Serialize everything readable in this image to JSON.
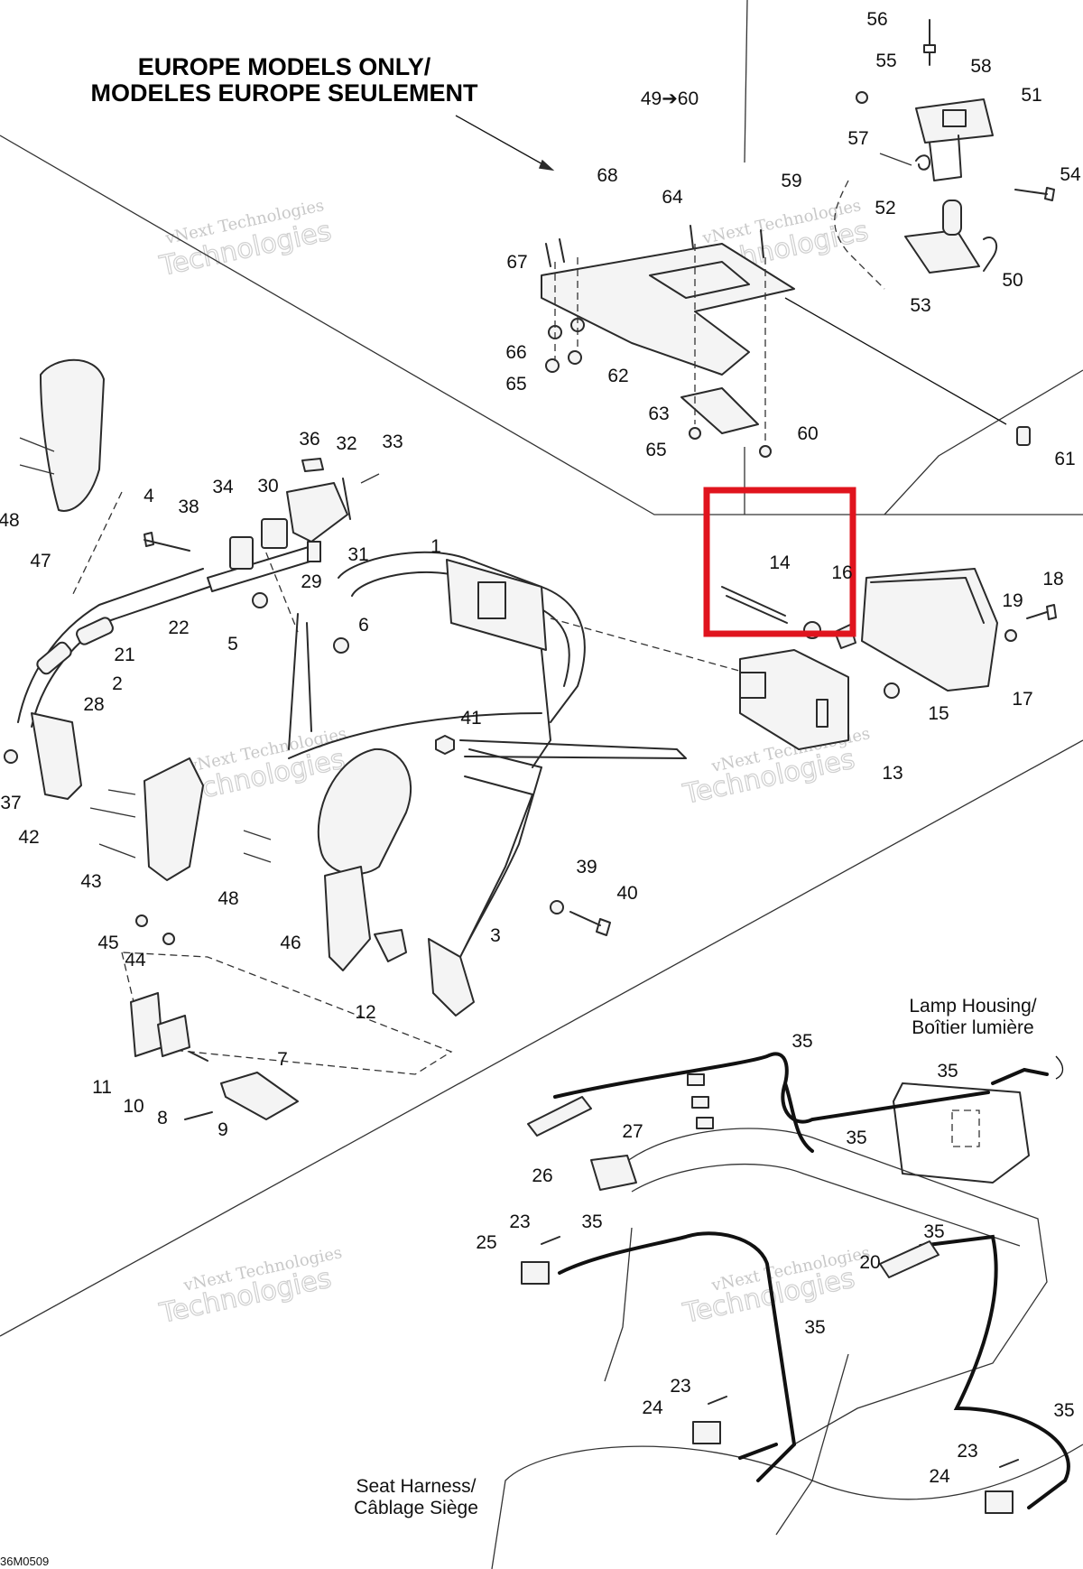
{
  "title": {
    "line1": "EUROPE MODELS ONLY/",
    "line2": "MODELES EUROPE SEULEMENT"
  },
  "range_label": "49➔60",
  "notes": {
    "lamp_housing_line1": "Lamp Housing/",
    "lamp_housing_line2": "Boîtier lumière",
    "seat_harness_line1": "Seat Harness/",
    "seat_harness_line2": "Câblage Siège"
  },
  "drawing_code": "36M0509",
  "watermark": {
    "small": "vNext Technologies",
    "big": "Technologies"
  },
  "highlight": {
    "color": "#e0141e",
    "parts": [
      "14",
      "16"
    ]
  },
  "callouts": [
    "56",
    "55",
    "58",
    "51",
    "54",
    "57",
    "52",
    "50",
    "53",
    "61",
    "49",
    "60",
    "59",
    "64",
    "68",
    "67",
    "66",
    "65",
    "62",
    "63",
    "65",
    "60",
    "36",
    "32",
    "33",
    "34",
    "30",
    "38",
    "31",
    "4",
    "29",
    "1",
    "48",
    "47",
    "22",
    "21",
    "2",
    "28",
    "5",
    "6",
    "37",
    "42",
    "43",
    "41",
    "3",
    "39",
    "40",
    "48",
    "46",
    "45",
    "44",
    "12",
    "11",
    "10",
    "8",
    "7",
    "9",
    "14",
    "16",
    "18",
    "19",
    "17",
    "15",
    "13",
    "35",
    "35",
    "35",
    "35",
    "27",
    "26",
    "35",
    "25",
    "23",
    "20",
    "35",
    "23",
    "24",
    "35",
    "23",
    "24"
  ],
  "icons": [
    "bolt",
    "washer",
    "nut",
    "clip",
    "connector",
    "bulb",
    "lamp-lens",
    "grab-handle",
    "seat-bracket",
    "tail-lamp",
    "wire-harness"
  ]
}
